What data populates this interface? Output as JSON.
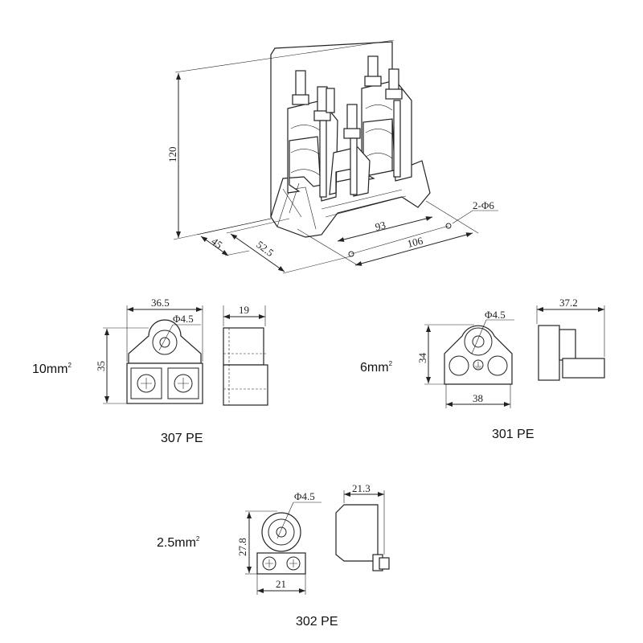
{
  "main_drawing": {
    "dim_height": "120",
    "dim_45": "45",
    "dim_52_5": "52.5",
    "dim_93": "93",
    "dim_106": "106",
    "holes": "2-Φ6"
  },
  "parts": [
    {
      "name": "307 PE",
      "section": "10mm",
      "sup": "2",
      "width": "36.5",
      "height": "35",
      "hole": "Φ4.5",
      "depth": "19"
    },
    {
      "name": "301 PE",
      "section": "6mm",
      "sup": "2",
      "width": "38",
      "height": "34",
      "hole": "Φ4.5",
      "depth": "37.2"
    },
    {
      "name": "302 PE",
      "section": "2.5mm",
      "sup": "2",
      "width": "21",
      "height": "27.8",
      "hole": "Φ4.5",
      "depth": "21.3"
    }
  ]
}
